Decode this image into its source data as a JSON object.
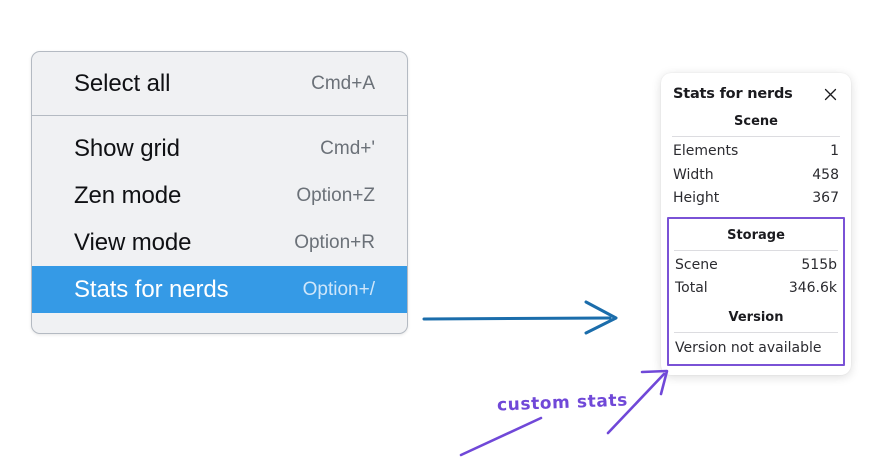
{
  "colors": {
    "menu_bg": "#f0f1f3",
    "menu_border": "#b4bac2",
    "menu_selected_bg": "#359ae6",
    "menu_label": "#101114",
    "menu_shortcut": "#6b7178",
    "flow_arrow": "#1b6dab",
    "annotation_purple": "#7048d8",
    "custom_box_border": "#7a52d6",
    "panel_bg": "#ffffff",
    "panel_rule": "#dcdce0"
  },
  "context_menu": {
    "name": "canvas-context-menu",
    "sections": [
      {
        "name": "selection-group",
        "items": [
          {
            "label": "Select all",
            "shortcut": "Cmd+A",
            "selected": false,
            "key": "select-all"
          }
        ]
      },
      {
        "name": "view-group",
        "items": [
          {
            "label": "Show grid",
            "shortcut": "Cmd+'",
            "selected": false,
            "key": "show-grid"
          },
          {
            "label": "Zen mode",
            "shortcut": "Option+Z",
            "selected": false,
            "key": "zen-mode"
          },
          {
            "label": "View mode",
            "shortcut": "Option+R",
            "selected": false,
            "key": "view-mode"
          },
          {
            "label": "Stats for nerds",
            "shortcut": "Option+/",
            "selected": true,
            "key": "stats-for-nerds"
          }
        ]
      }
    ]
  },
  "stats_panel": {
    "title": "Stats for nerds",
    "close_icon": "close-icon",
    "sections": [
      {
        "key": "scene",
        "heading": "Scene",
        "highlighted": false,
        "rows": [
          {
            "key": "elements",
            "label": "Elements",
            "value": "1"
          },
          {
            "key": "width",
            "label": "Width",
            "value": "458"
          },
          {
            "key": "height",
            "label": "Height",
            "value": "367"
          }
        ]
      },
      {
        "key": "storage",
        "heading": "Storage",
        "highlighted": true,
        "rows": [
          {
            "key": "scene-size",
            "label": "Scene",
            "value": "515b"
          },
          {
            "key": "total-size",
            "label": "Total",
            "value": "346.6k"
          }
        ]
      },
      {
        "key": "version",
        "heading": "Version",
        "highlighted": true,
        "full_rows": [
          {
            "key": "version-text",
            "text": "Version not available"
          }
        ]
      }
    ]
  },
  "annotations": {
    "flow_arrow": {
      "name": "menu-to-panel-arrow",
      "color": "#1b6dab"
    },
    "custom_stats": {
      "label": "custom stats",
      "color": "#7048d8"
    }
  }
}
